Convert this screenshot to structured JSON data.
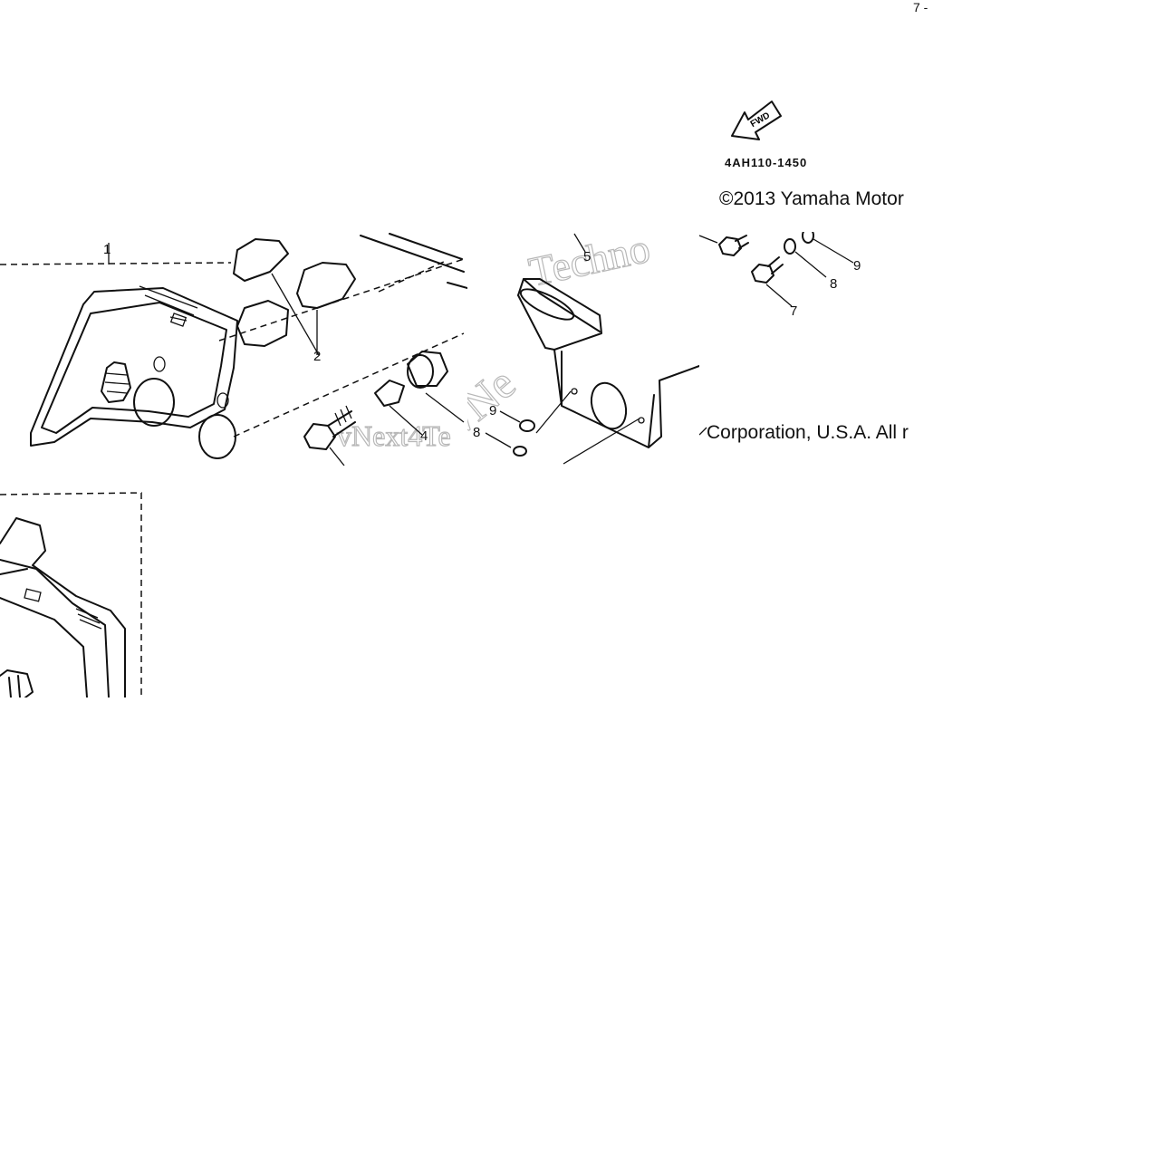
{
  "page": {
    "drawing_code": "4AH110-1450",
    "fwd_arrow_label": "FWD",
    "copyright_line_1": "©2013 Yamaha Motor",
    "copyright_line_2": "Corporation, U.S.A. All r",
    "corner_mark": "7 -"
  },
  "callouts": {
    "c1": "1",
    "c2": "2",
    "c4": "4",
    "c5": "5",
    "c7": "7",
    "c8a": "8",
    "c8b": "8",
    "c9a": "9",
    "c9b": "9"
  },
  "watermarks": {
    "w1": "vNext4Te",
    "w2": "Techno",
    "w3": "vNe"
  },
  "icons": {
    "fwd": "fwd-arrow-icon"
  }
}
